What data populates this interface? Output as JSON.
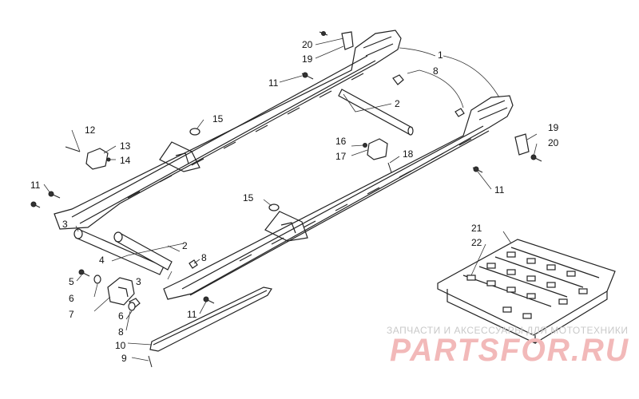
{
  "labels": {
    "l1": "1",
    "l2a": "2",
    "l2b": "2",
    "l3a": "3",
    "l3b": "3",
    "l4": "4",
    "l5": "5",
    "l6a": "6",
    "l6b": "6",
    "l7": "7",
    "l8a": "8",
    "l8b": "8",
    "l8c": "8",
    "l9": "9",
    "l10": "10",
    "l11a": "11",
    "l11b": "11",
    "l11c": "11",
    "l11d": "11",
    "l12": "12",
    "l13": "13",
    "l14": "14",
    "l15a": "15",
    "l15b": "15",
    "l16": "16",
    "l17": "17",
    "l18": "18",
    "l19a": "19",
    "l19b": "19",
    "l20a": "20",
    "l20b": "20",
    "l21": "21",
    "l22": "22"
  },
  "watermark": {
    "tagline": "ЗАПЧАСТИ И АКСЕССУАРЫ ДЛЯ МОТОТЕХНИКИ",
    "brand": "PARTSFOR.RU"
  },
  "colors": {
    "line": "#222222",
    "watermark_brand": "#f2b9b9",
    "watermark_tagline": "#c9c9c9"
  }
}
